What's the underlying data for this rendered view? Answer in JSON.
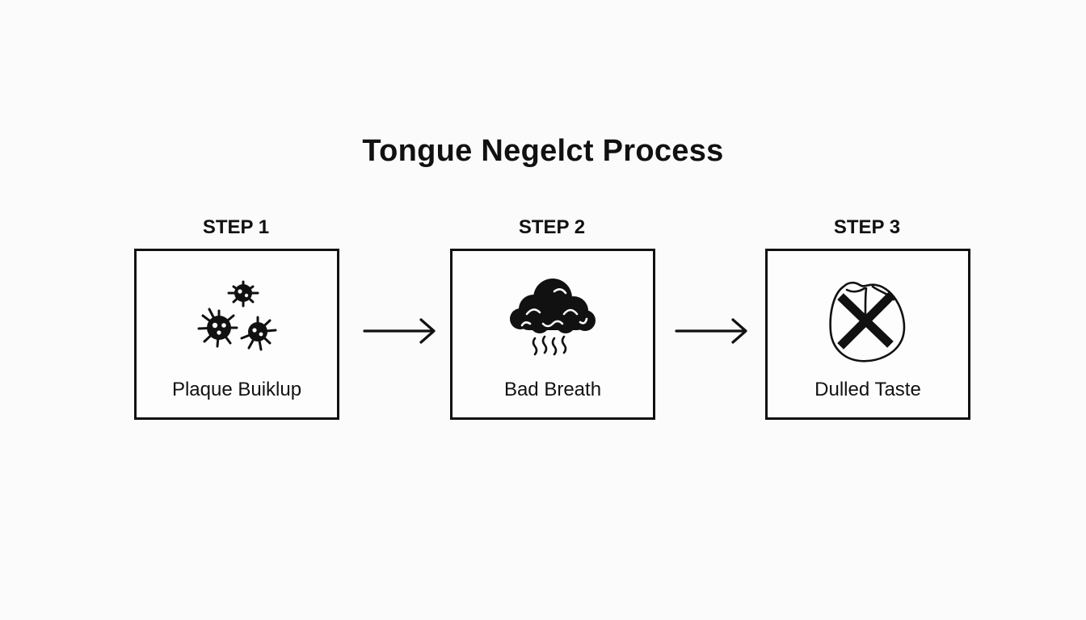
{
  "title": "Tongue Negelct Process",
  "steps": [
    {
      "label": "STEP 1",
      "caption": "Plaque Buiklup",
      "icon": "bacteria-icon"
    },
    {
      "label": "STEP 2",
      "caption": "Bad Breath",
      "icon": "odor-cloud-icon"
    },
    {
      "label": "STEP 3",
      "caption": "Dulled Taste",
      "icon": "crossed-tongue-icon"
    }
  ],
  "colors": {
    "stroke": "#111111",
    "background": "#fbfbfb"
  }
}
